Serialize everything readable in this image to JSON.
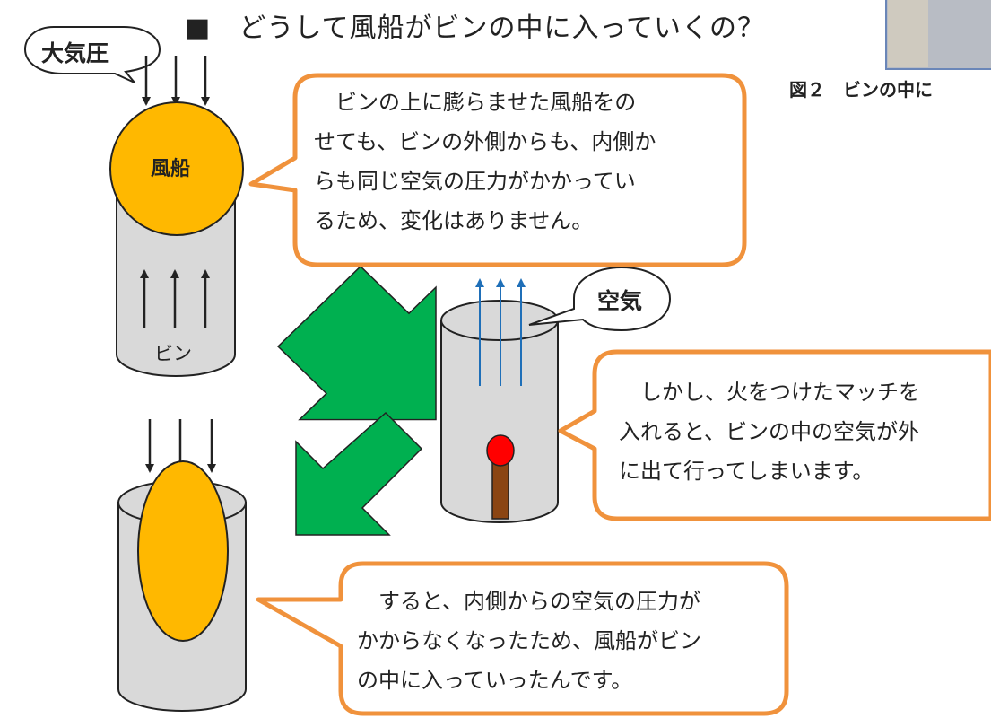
{
  "title": "■　どうして風船がビンの中に入っていくの？",
  "labels": {
    "atmospheric_pressure": "大気圧",
    "balloon": "風船",
    "bottle": "ビン",
    "air": "空気"
  },
  "figure_caption": "図２　ビンの中に",
  "bubbles": [
    {
      "lines": [
        "　ビンの上に膨らませた風船をの",
        "せても、ビンの外側からも、内側か",
        "らも同じ空気の圧力がかかってい",
        "るため、変化はありません。"
      ]
    },
    {
      "lines": [
        "　しかし、火をつけたマッチを",
        "入れると、ビンの中の空気が外",
        "に出て行ってしまいます。"
      ]
    },
    {
      "lines": [
        "　すると、内側からの空気の圧力が",
        "かからなくなったため、風船がビン",
        "の中に入っていったんです。"
      ]
    }
  ],
  "colors": {
    "balloon": "#FFB800",
    "bottle": "#D9D9D9",
    "bubble_border": "#F0923C",
    "green_arrow": "#00B050",
    "blue_arrow": "#1F6FB8",
    "match_head": "#FF0000",
    "match_stick": "#8B4513"
  }
}
